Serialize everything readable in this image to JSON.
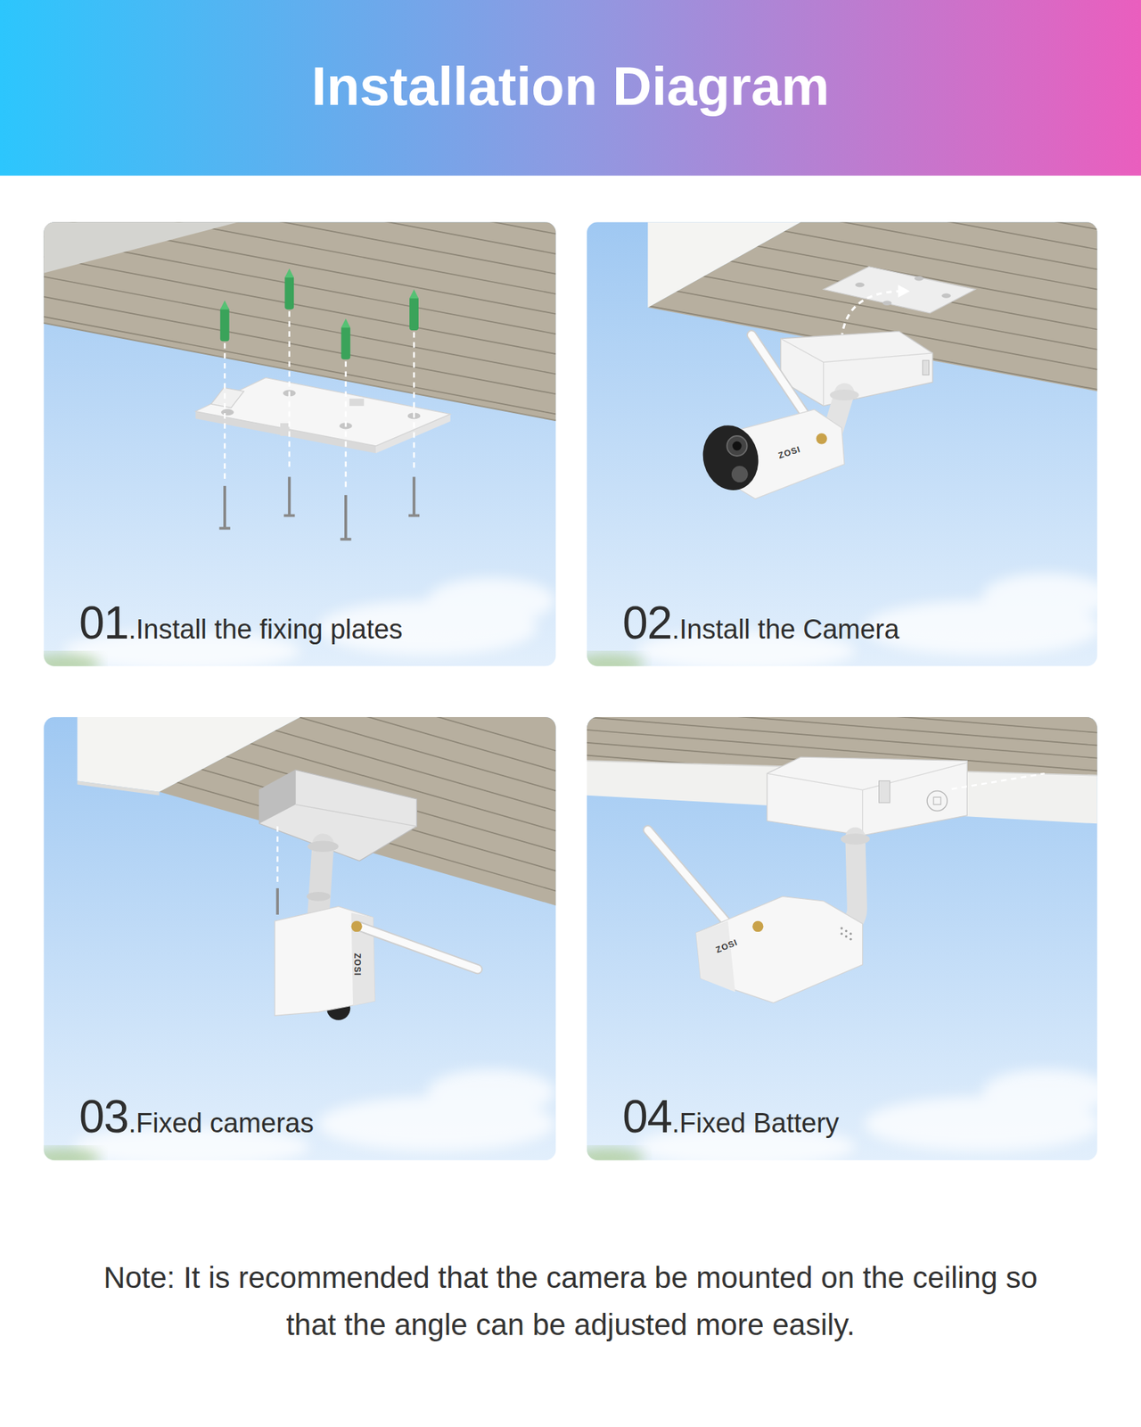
{
  "diagram": {
    "title": "Installation Diagram",
    "caption": "Note: It is recommended that the camera be mounted on the ceiling so that the angle can be adjusted more easily.",
    "nodes": [
      {
        "text": [
          "01",
          ".Install the fixing plates"
        ]
      },
      {
        "text": [
          "02",
          ".Install the Camera"
        ]
      },
      {
        "text": [
          "03",
          ".Fixed cameras"
        ]
      },
      {
        "text": [
          "04",
          ".Fixed Battery"
        ]
      }
    ],
    "labels": [
      "ZOSI",
      "ZOSI",
      "ZOSI"
    ]
  }
}
